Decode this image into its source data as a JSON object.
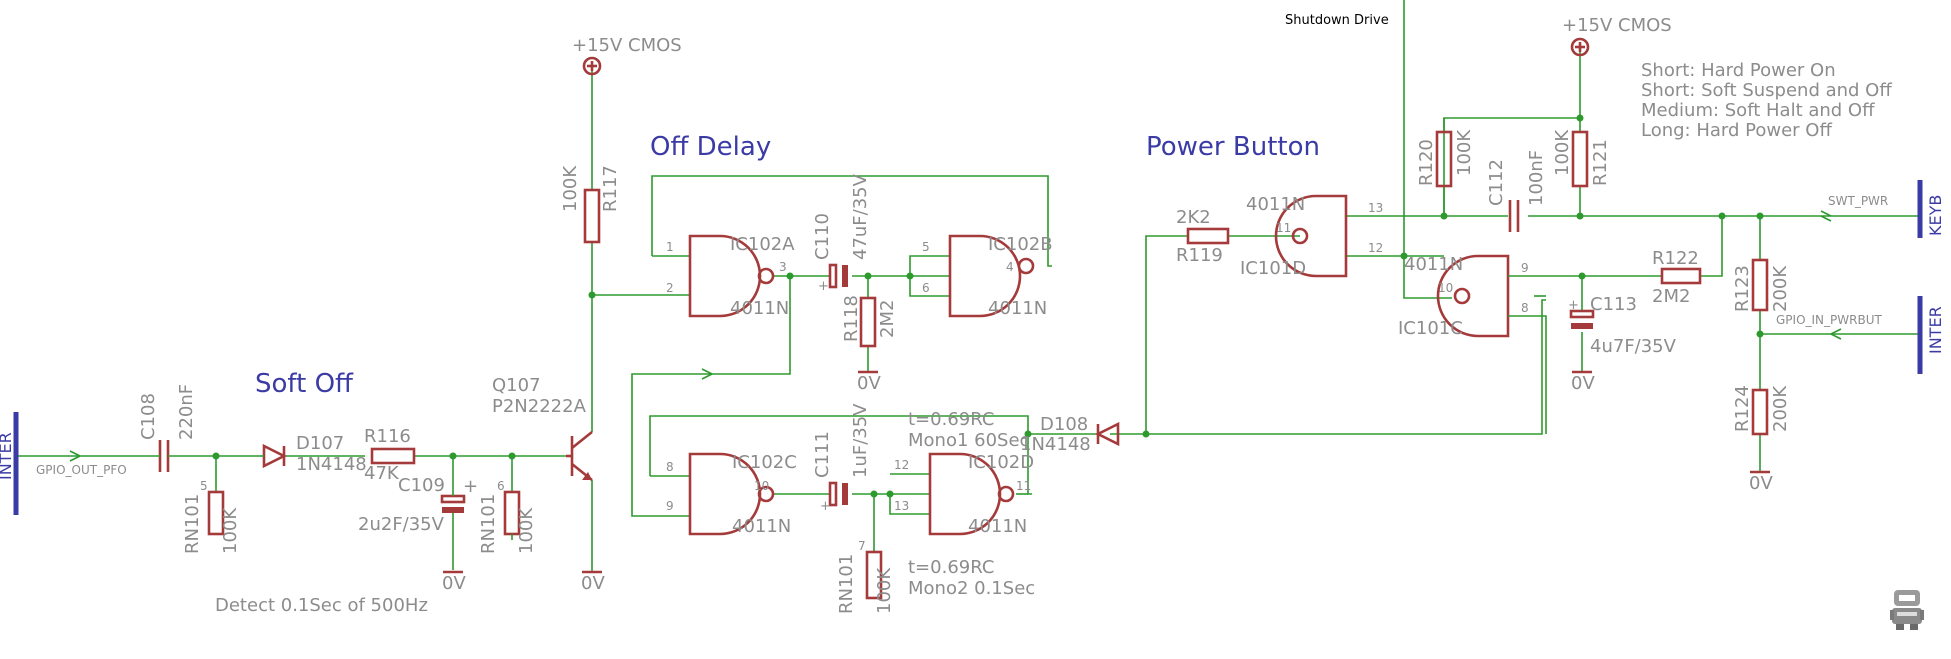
{
  "sections": {
    "soft_off": "Soft Off",
    "off_delay": "Off Delay",
    "power_button": "Power Button"
  },
  "notes": {
    "shutdown_drive": "Shutdown Drive",
    "detect": "Detect 0.1Sec of 500Hz",
    "mono1_formula": "t=0.69RC",
    "mono1_time": "Mono1 60Sec",
    "mono2_formula": "t=0.69RC",
    "mono2_time": "Mono2 0.1Sec",
    "legend": [
      "Short: Hard Power On",
      "Short: Soft Suspend and Off",
      "Medium: Soft Halt and Off",
      "Long: Hard Power Off"
    ]
  },
  "supplies": {
    "vcc_left": "+15V CMOS",
    "vcc_right": "+15V CMOS",
    "gnd": "0V"
  },
  "ports": {
    "left_bus": "INTER",
    "right_keyb": "KEYB",
    "right_inter": "INTER"
  },
  "nets": {
    "gpio_out_pfo": "GPIO_OUT_PFO",
    "swt_pwr": "SWT_PWR",
    "gpio_in_pwrbut": "GPIO_IN_PWRBUT"
  },
  "components": {
    "c108": {
      "name": "C108",
      "value": "220nF"
    },
    "rn101_5": {
      "name": "RN101",
      "value": "100K",
      "pin": "5"
    },
    "d107": {
      "name": "D107",
      "value": "1N4148"
    },
    "r116": {
      "name": "R116",
      "value": "47K"
    },
    "c109": {
      "name": "C109",
      "value": "2u2F/35V"
    },
    "rn101_6": {
      "name": "RN101",
      "value": "100K",
      "pin": "6"
    },
    "q107": {
      "name": "Q107",
      "value": "P2N2222A"
    },
    "r117": {
      "name": "R117",
      "value": "100K"
    },
    "ic102a": {
      "name": "IC102A",
      "value": "4011N",
      "pins": [
        "1",
        "2",
        "3"
      ]
    },
    "c110": {
      "name": "C110",
      "value": "47uF/35V"
    },
    "r118": {
      "name": "R118",
      "value": "2M2"
    },
    "ic102b": {
      "name": "IC102B",
      "value": "4011N",
      "pins": [
        "5",
        "6",
        "4"
      ]
    },
    "ic102c": {
      "name": "IC102C",
      "value": "4011N",
      "pins": [
        "8",
        "9",
        "10"
      ]
    },
    "c111": {
      "name": "C111",
      "value": "1uF/35V"
    },
    "rn101_7": {
      "name": "RN101",
      "value": "100K",
      "pin": "7"
    },
    "ic102d": {
      "name": "IC102D",
      "value": "4011N",
      "pins": [
        "12",
        "13",
        "11"
      ]
    },
    "d108": {
      "name": "D108",
      "value": "1N4148"
    },
    "r119": {
      "name": "R119",
      "value": "2K2"
    },
    "ic101d": {
      "name": "IC101D",
      "value": "4011N",
      "pins": [
        "11",
        "13",
        "12"
      ]
    },
    "ic101c": {
      "name": "IC101C",
      "value": "4011N",
      "pins": [
        "10",
        "9",
        "8"
      ]
    },
    "r120": {
      "name": "R120",
      "value": "100K"
    },
    "c112": {
      "name": "C112",
      "value": "100nF"
    },
    "r121": {
      "name": "R121",
      "value": "100K"
    },
    "c113": {
      "name": "C113",
      "value": "4u7F/35V"
    },
    "r122": {
      "name": "R122",
      "value": "2M2"
    },
    "r123": {
      "name": "R123",
      "value": "200K"
    },
    "r124": {
      "name": "R124",
      "value": "200K"
    }
  },
  "colors": {
    "wire": "#2e9a2e",
    "part": "#a53a3a",
    "title": "#3b3ba5",
    "label": "#8c8c8c"
  }
}
